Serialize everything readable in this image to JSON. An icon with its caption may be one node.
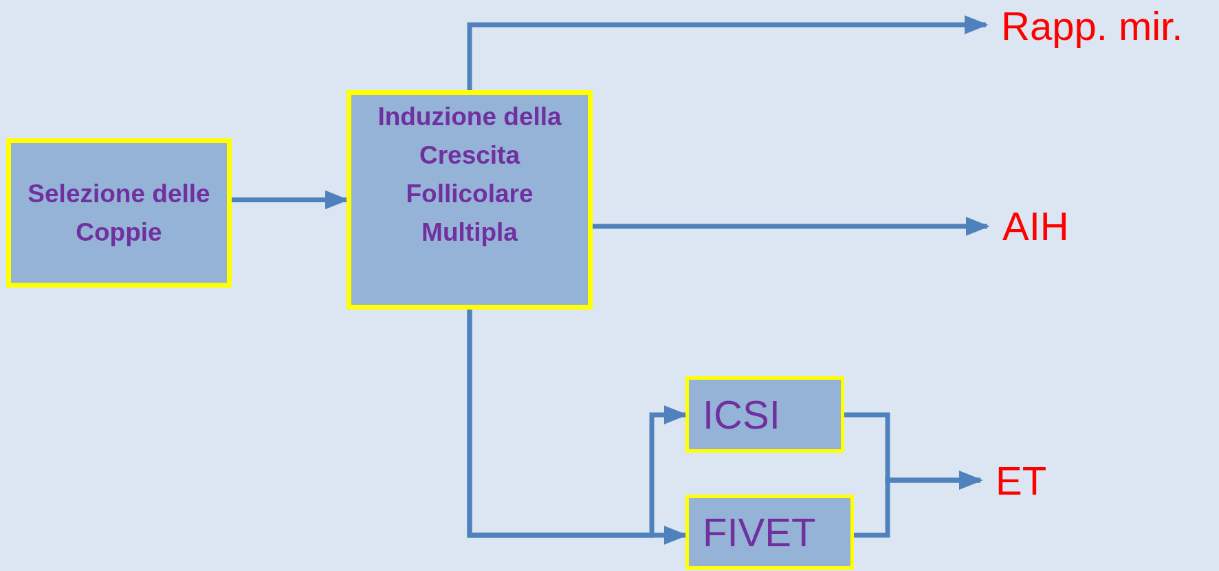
{
  "diagram": {
    "nodes": [
      {
        "text": [
          "Selezione delle Coppie"
        ]
      },
      {
        "text": [
          "Induzione della Crescita Follicolare Multipla"
        ]
      },
      {
        "text": [
          "ICSI"
        ]
      },
      {
        "text": [
          "FIVET"
        ]
      },
      {
        "text": [
          "Rapp. mir."
        ]
      },
      {
        "text": [
          "AIH"
        ]
      },
      {
        "text": [
          "ET"
        ]
      }
    ],
    "edges": [
      {
        "from": 0,
        "to": 1,
        "arrow": "to"
      },
      {
        "from": 1,
        "to": 4,
        "arrow": "to"
      },
      {
        "from": 1,
        "to": 5,
        "arrow": "to"
      },
      {
        "from": 1,
        "to": 2,
        "arrow": "to"
      },
      {
        "from": 1,
        "to": 3,
        "arrow": "to"
      },
      {
        "from": 2,
        "to": 6,
        "arrow": "to"
      },
      {
        "from": 3,
        "to": 6,
        "arrow": "to"
      }
    ]
  }
}
